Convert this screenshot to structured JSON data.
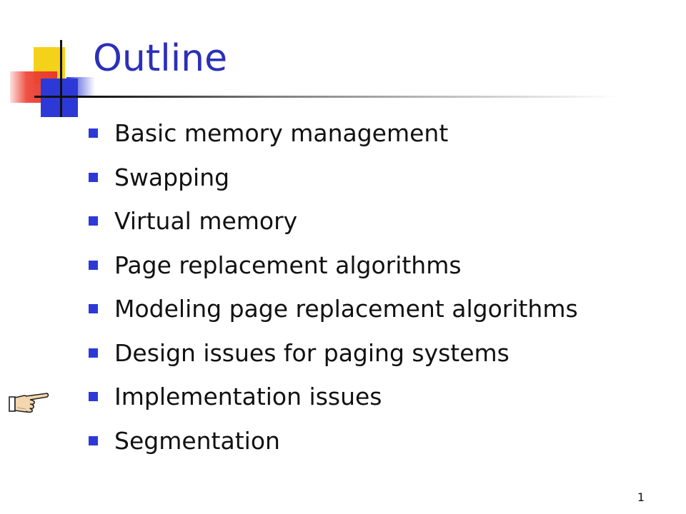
{
  "slide": {
    "title": "Outline",
    "bullets": [
      "Basic memory management",
      "Swapping",
      "Virtual memory",
      "Page replacement algorithms",
      "Modeling page replacement algorithms",
      "Design issues for paging systems",
      "Implementation issues",
      "Segmentation"
    ],
    "pointer_icon": "pointing-hand-icon",
    "page_number": "1"
  },
  "colors": {
    "title": "#2b30b8",
    "bullet": "#2d39d6",
    "accent_yellow": "#f5d21a",
    "accent_red": "#e8392c",
    "accent_blue": "#2d39d6"
  }
}
